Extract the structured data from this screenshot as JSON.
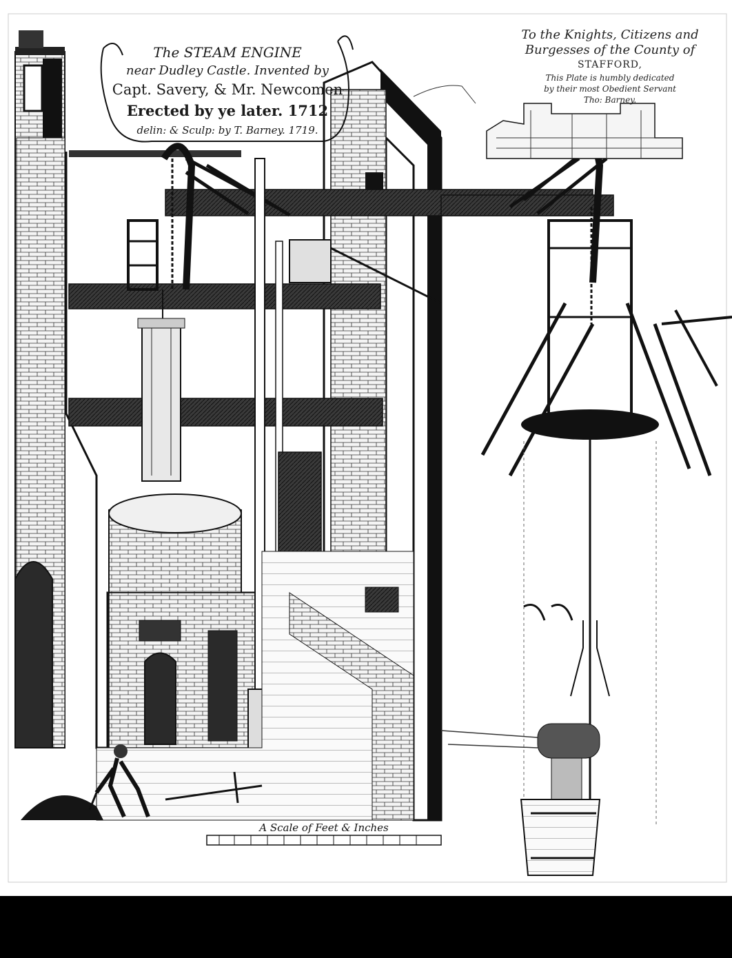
{
  "cartouche": {
    "line1": "The STEAM ENGINE",
    "line2": "near Dudley Castle. Invented by",
    "line3": "Capt. Savery, & Mr. Newcomen",
    "line4": "Erected by ye later. 1712",
    "line5": "delin: & Sculp: by T. Barney. 1719."
  },
  "dedication": {
    "line1": "To the Knights, Citizens and",
    "line2": "Burgesses of the County of",
    "line3": "STAFFORD,",
    "line4": "This Plate is humbly dedicated",
    "line5": "by their most Obedient Servant",
    "line6": "Tho: Barney."
  },
  "scale": {
    "caption": "A Scale of Feet & Inches"
  },
  "colors": {
    "ink": "#1a1a1a",
    "paper": "#ffffff",
    "band": "#000000"
  }
}
